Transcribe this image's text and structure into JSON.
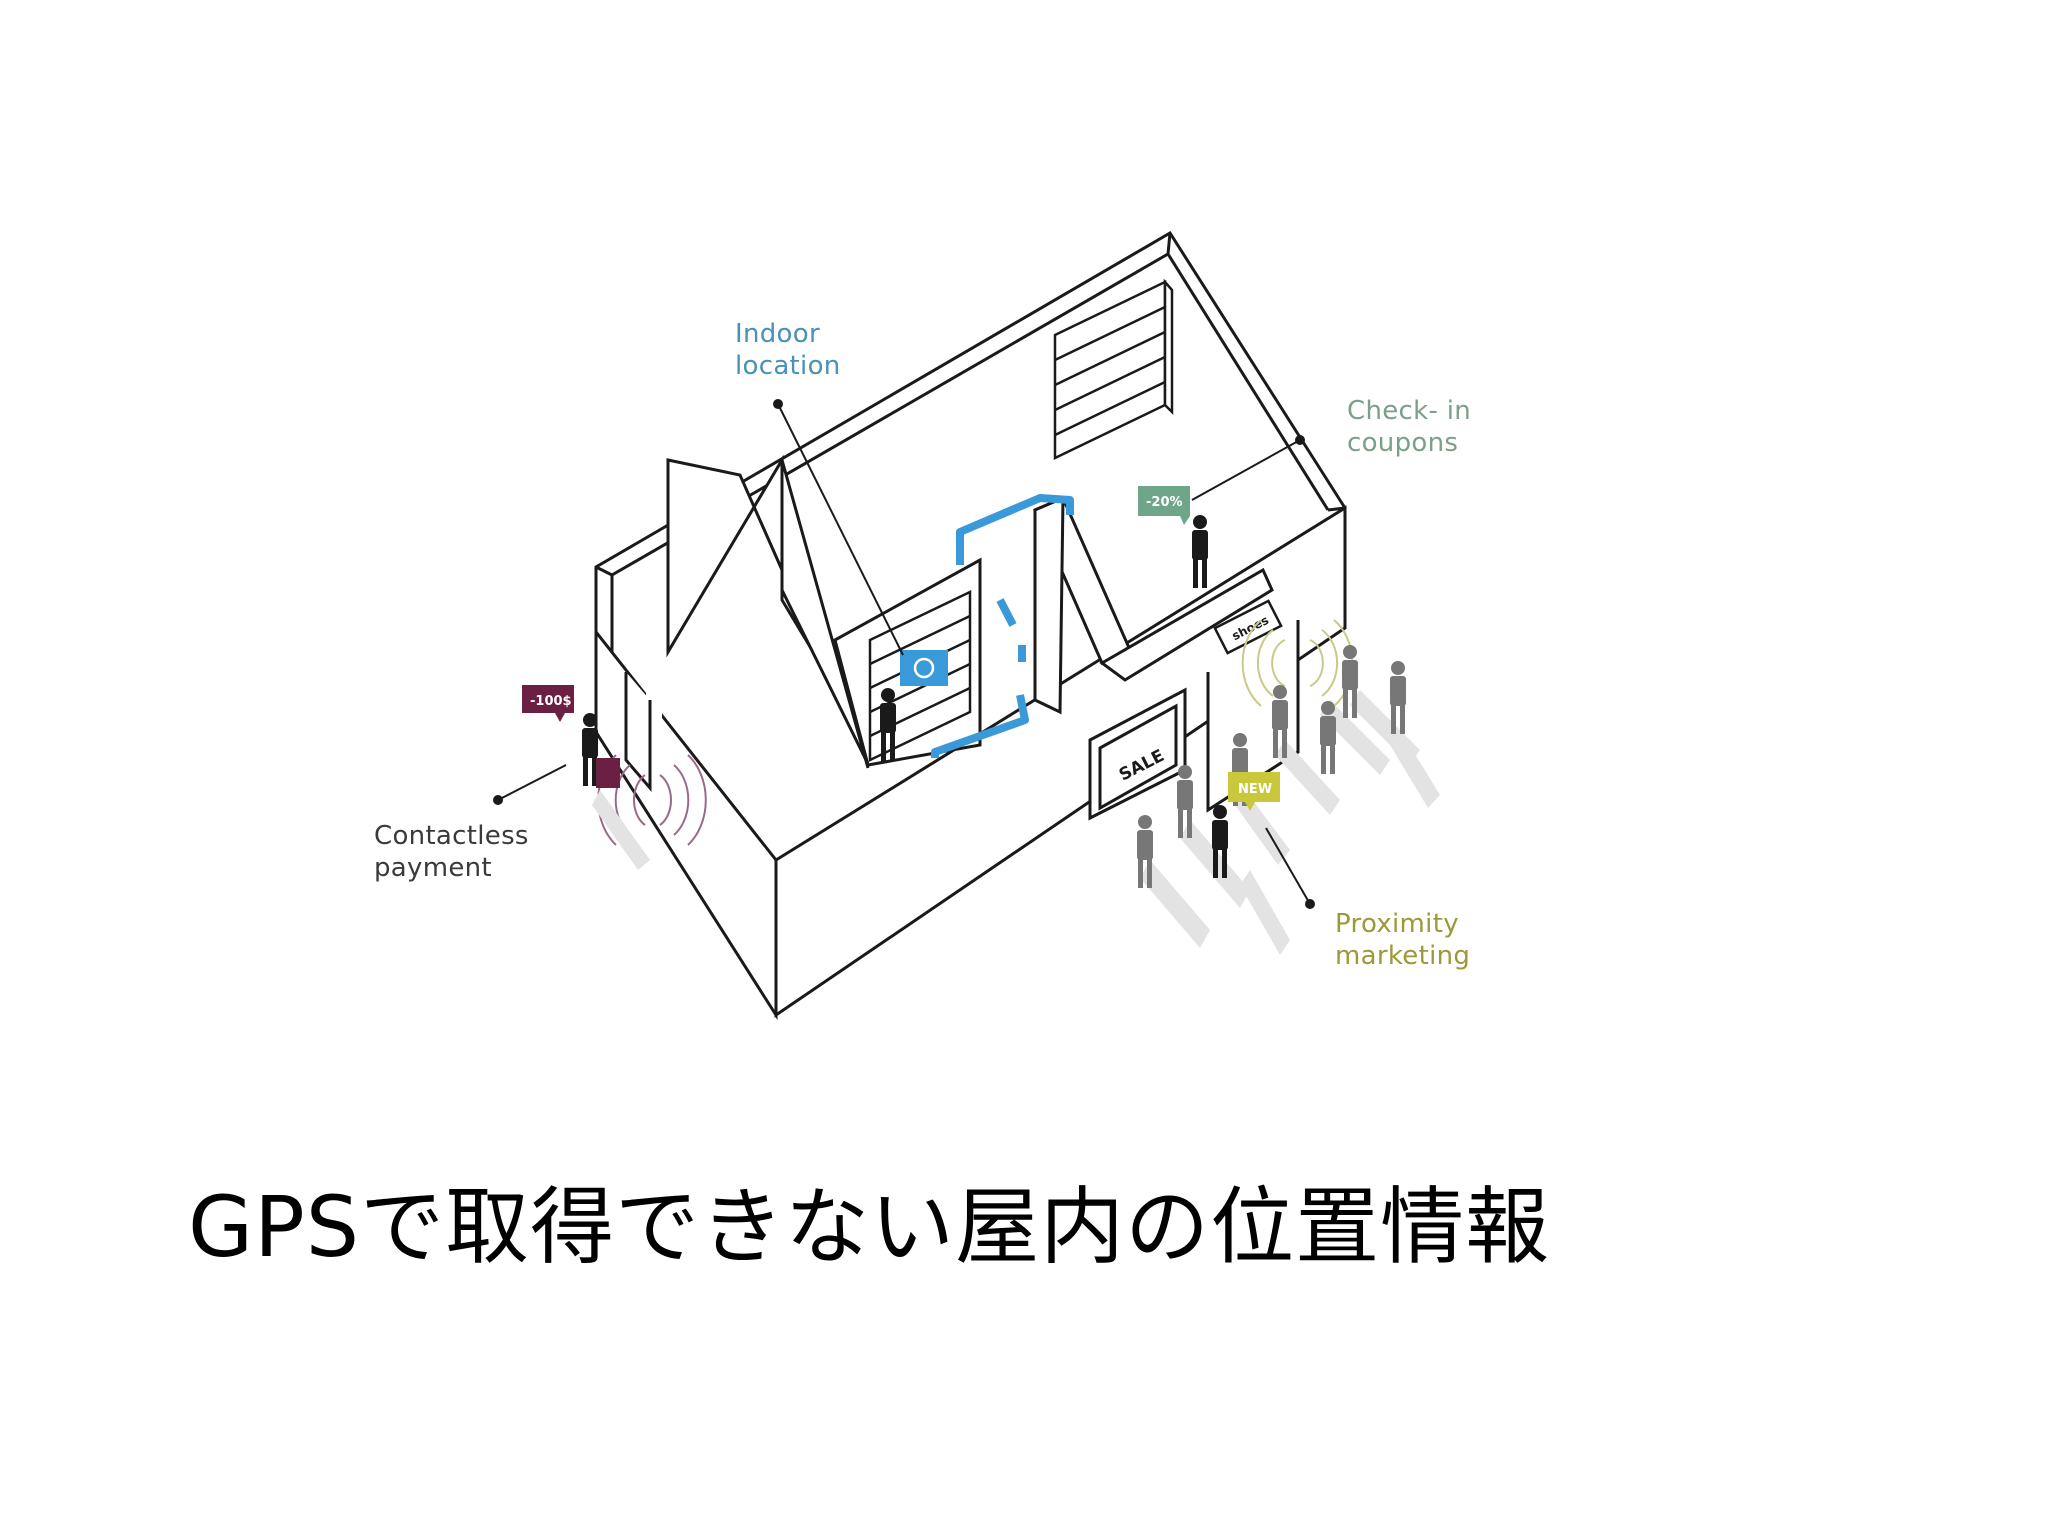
{
  "callouts": {
    "indoor": {
      "line1": "Indoor",
      "line2": "location",
      "color": "#4a90b8"
    },
    "checkin": {
      "line1": "Check- in",
      "line2": "coupons",
      "color": "#7aa08a"
    },
    "contactless": {
      "line1": "Contactless",
      "line2": "payment",
      "color": "#3a3a3a"
    },
    "proximity": {
      "line1": "Proximity",
      "line2": "marketing",
      "color": "#9a9a3a"
    }
  },
  "tags": {
    "discount_100": {
      "text": "-100$",
      "color": "#6b1f43"
    },
    "discount_20": {
      "text": "-20%",
      "color": "#6fa68a"
    },
    "new": {
      "text": "NEW",
      "color": "#c8c83a"
    },
    "sale": {
      "text": "SALE"
    },
    "shoes": {
      "text": "shoes"
    }
  },
  "caption": "GPSで取得できない屋内の位置情報",
  "colors": {
    "path_arrow": "#3a9ad9",
    "wall": "#1a1a1a",
    "crowd": "#777777",
    "shadow": "#e3e3e3",
    "signal_purple": "#9a6a8a",
    "signal_yellow": "#c9c98a"
  }
}
